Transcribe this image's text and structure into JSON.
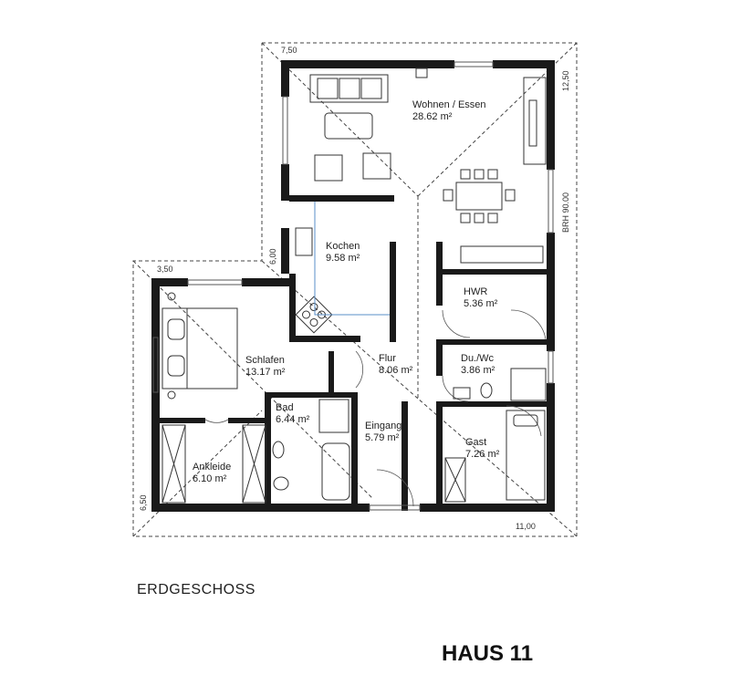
{
  "rooms": {
    "wohnen": {
      "name": "Wohnen / Essen",
      "area": "28.62 m²"
    },
    "kochen": {
      "name": "Kochen",
      "area": "9.58 m²"
    },
    "hwr": {
      "name": "HWR",
      "area": "5.36 m²"
    },
    "schlafen": {
      "name": "Schlafen",
      "area": "13.17 m²"
    },
    "flur": {
      "name": "Flur",
      "area": "8.06 m²"
    },
    "duwc": {
      "name": "Du./Wc",
      "area": "3.86 m²"
    },
    "bad": {
      "name": "Bad",
      "area": "6.44 m²"
    },
    "eingang": {
      "name": "Eingang",
      "area": "5.79 m²"
    },
    "gast": {
      "name": "Gast",
      "area": "7.26 m²"
    },
    "ankleide": {
      "name": "Ankleide",
      "area": "6.10 m²"
    }
  },
  "dimensions": {
    "top": "7,50",
    "right_upper": "12,50",
    "brh": "BRH 90.00",
    "left_mid": "6,00",
    "left_top": "3,50",
    "left_bottom": "6,50",
    "bottom_right": "11,00"
  },
  "floor_label": "ERDGESCHOSS",
  "house_title": "HAUS 11",
  "colors": {
    "wall": "#1a1a1a",
    "line": "#333333",
    "kitchen_counter": "#5a8fc8"
  }
}
